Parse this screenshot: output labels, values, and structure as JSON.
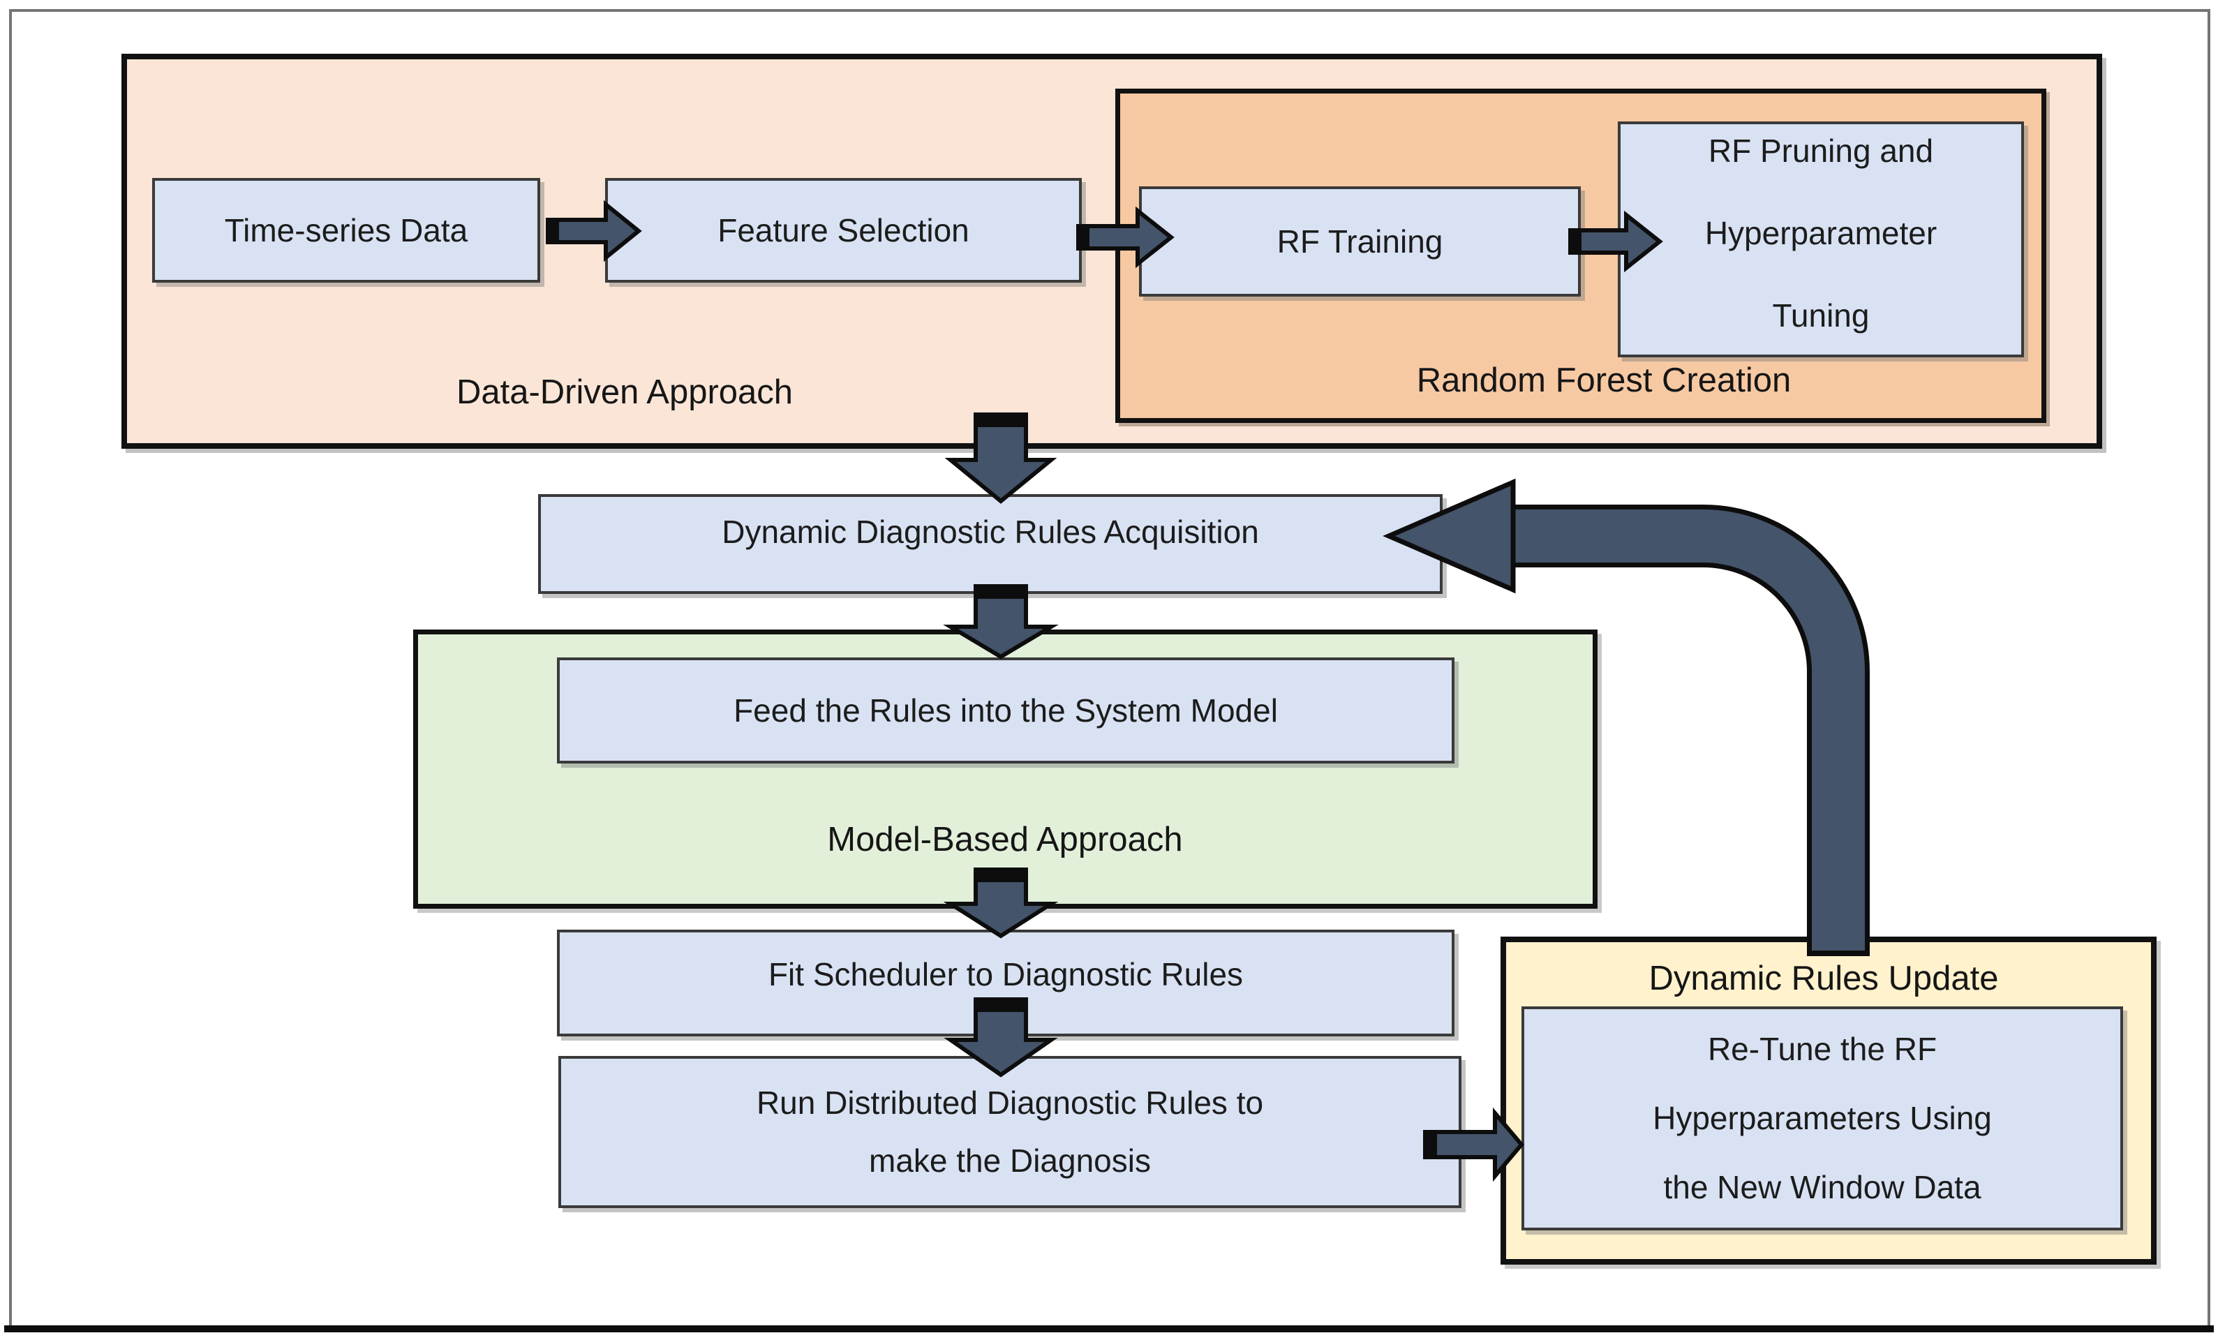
{
  "colors": {
    "peach_group_fill": "#FBE5D6",
    "orange_group_fill": "#F7C9A3",
    "green_group_fill": "#E2F0D9",
    "yellow_group_fill": "#FFF2CC",
    "process_box_fill": "#D9E2F3",
    "arrow_fill": "#44546A",
    "border_black": "#111111",
    "frame_gray": "#757575"
  },
  "groups": {
    "data_driven": {
      "label": "Data-Driven Approach"
    },
    "random_forest": {
      "label": "Random Forest Creation"
    },
    "model_based": {
      "label": "Model-Based Approach"
    },
    "rules_update": {
      "label": "Dynamic Rules Update"
    }
  },
  "boxes": {
    "time_series": {
      "label": "Time-series Data"
    },
    "feature_selection": {
      "label": "Feature Selection"
    },
    "rf_training": {
      "label": "RF Training"
    },
    "rf_pruning": {
      "lines": [
        "RF Pruning and",
        "Hyperparameter",
        "Tuning"
      ]
    },
    "rules_acquisition": {
      "label": "Dynamic Diagnostic Rules Acquisition"
    },
    "feed_rules": {
      "label": "Feed the Rules into the System Model"
    },
    "fit_scheduler": {
      "label": "Fit Scheduler to Diagnostic Rules"
    },
    "run_distributed": {
      "lines": [
        "Run Distributed Diagnostic Rules to",
        "make the Diagnosis"
      ]
    },
    "retune": {
      "lines": [
        "Re-Tune the RF",
        "Hyperparameters Using",
        "the New Window Data"
      ]
    }
  }
}
